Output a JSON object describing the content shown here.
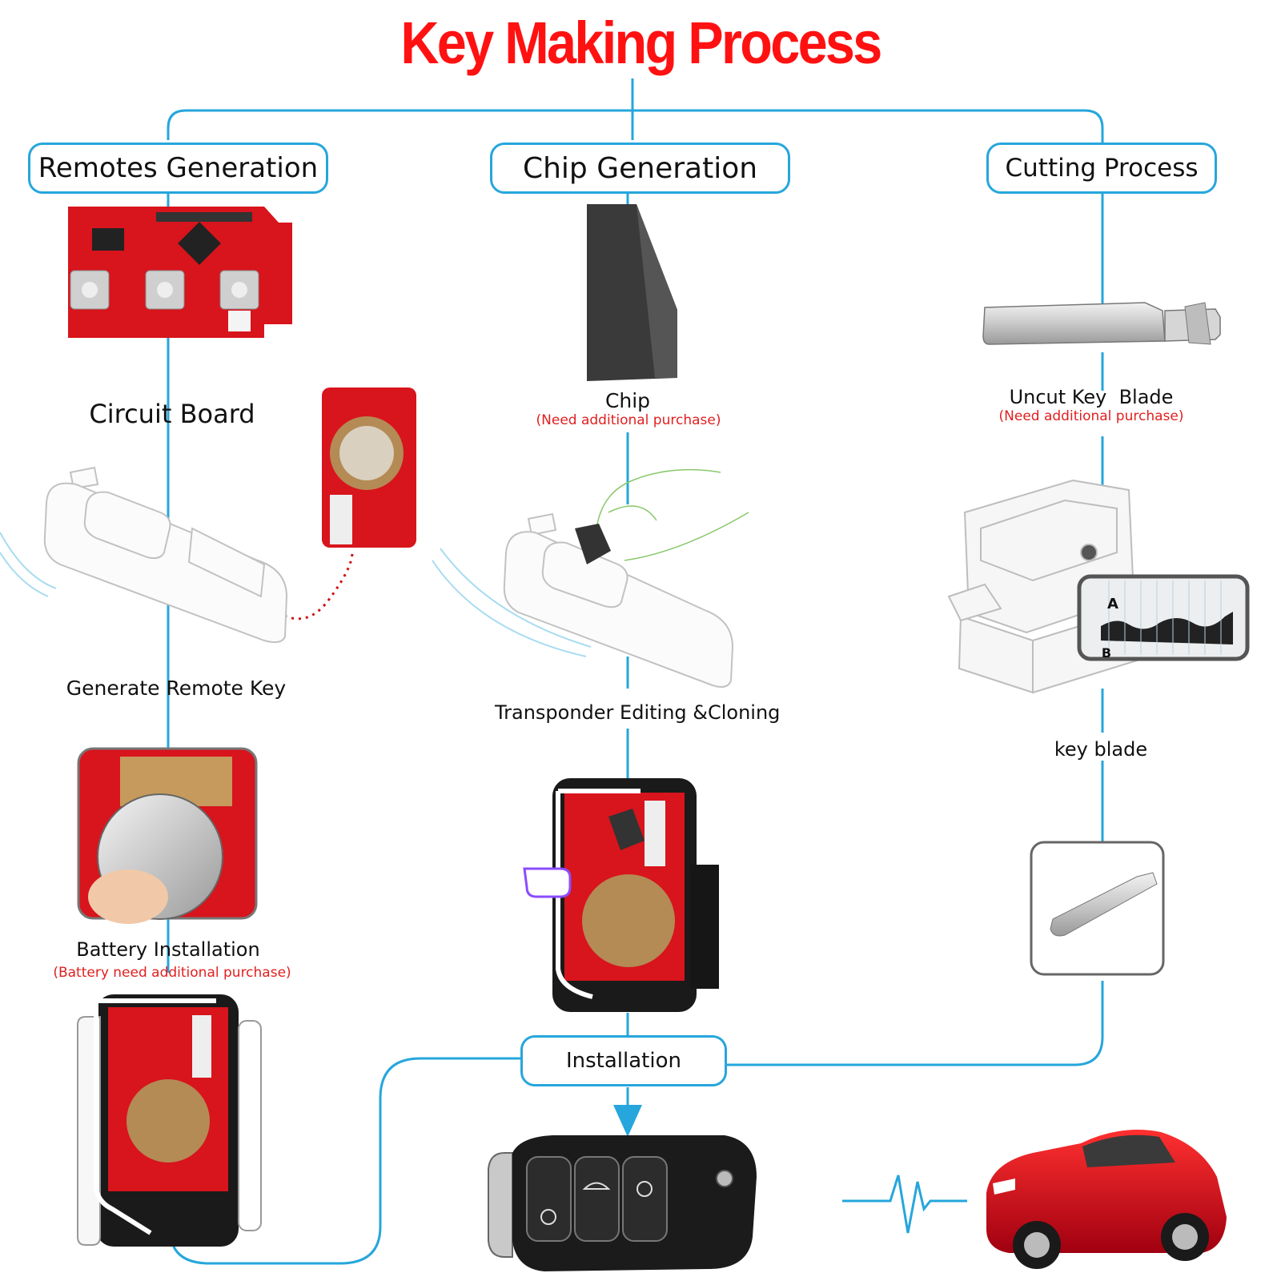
{
  "title": "Key Making Process",
  "colors": {
    "title": "#ff1111",
    "line": "#26a6dc",
    "note": "#e02020",
    "board_red": "#d8141c"
  },
  "stages": {
    "remotes": {
      "header": "Remotes Generation",
      "steps": [
        {
          "label": "Circuit Board",
          "icon": "circuit-board-icon"
        },
        {
          "label": "Generate Remote Key",
          "icon": "key-programmer-icon"
        },
        {
          "label": "Battery Installation",
          "note": "(Battery need additional purchase)",
          "icon": "battery-icon"
        }
      ]
    },
    "chip": {
      "header": "Chip Generation",
      "steps": [
        {
          "label": "Chip",
          "note": "(Need additional purchase)",
          "icon": "transponder-chip-icon"
        },
        {
          "label": "Transponder Editing &Cloning",
          "icon": "key-programmer-icon"
        }
      ]
    },
    "cutting": {
      "header": "Cutting Process",
      "steps": [
        {
          "label": "Uncut Key  Blade",
          "note": "(Need additional purchase)",
          "icon": "key-blade-icon"
        },
        {
          "label": "key blade",
          "icon": "key-cutting-machine-icon"
        }
      ],
      "cut_profile": {
        "top_label": "A",
        "bottom_label": "B"
      }
    }
  },
  "installation": {
    "label": "Installation"
  }
}
